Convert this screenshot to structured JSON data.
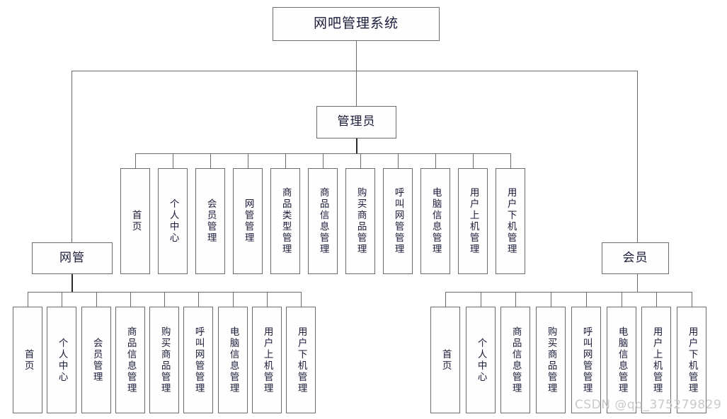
{
  "diagram": {
    "title": "网吧管理系统",
    "root": {
      "label": "网吧管理系统"
    },
    "roles": [
      {
        "key": "netadmin",
        "label": "网管"
      },
      {
        "key": "admin",
        "label": "管理员"
      },
      {
        "key": "member",
        "label": "会员"
      }
    ],
    "admin_children": [
      {
        "label": "首页"
      },
      {
        "label": "个人中心"
      },
      {
        "label": "会员管理"
      },
      {
        "label": "网管管理"
      },
      {
        "label": "商品类型管理"
      },
      {
        "label": "商品信息管理"
      },
      {
        "label": "购买商品管理"
      },
      {
        "label": "呼叫网管管理"
      },
      {
        "label": "电脑信息管理"
      },
      {
        "label": "用户上机管理"
      },
      {
        "label": "用户下机管理"
      }
    ],
    "netadmin_children": [
      {
        "label": "首页"
      },
      {
        "label": "个人中心"
      },
      {
        "label": "会员管理"
      },
      {
        "label": "商品信息管理"
      },
      {
        "label": "购买商品管理"
      },
      {
        "label": "呼叫网管管理"
      },
      {
        "label": "电脑信息管理"
      },
      {
        "label": "用户上机管理"
      },
      {
        "label": "用户下机管理"
      }
    ],
    "member_children": [
      {
        "label": "首页"
      },
      {
        "label": "个人中心"
      },
      {
        "label": "商品信息管理"
      },
      {
        "label": "购买商品管理"
      },
      {
        "label": "呼叫网管管理"
      },
      {
        "label": "电脑信息管理"
      },
      {
        "label": "用户上机管理"
      },
      {
        "label": "用户下机管理"
      }
    ],
    "watermark": "CSDN @qq_375279829",
    "colors": {
      "border": "#6b6b6b",
      "text": "#1b1b3a",
      "background": "#ffffff",
      "watermark": "#c9c9c9",
      "edge_emphasis": "#2b2b2b"
    }
  }
}
